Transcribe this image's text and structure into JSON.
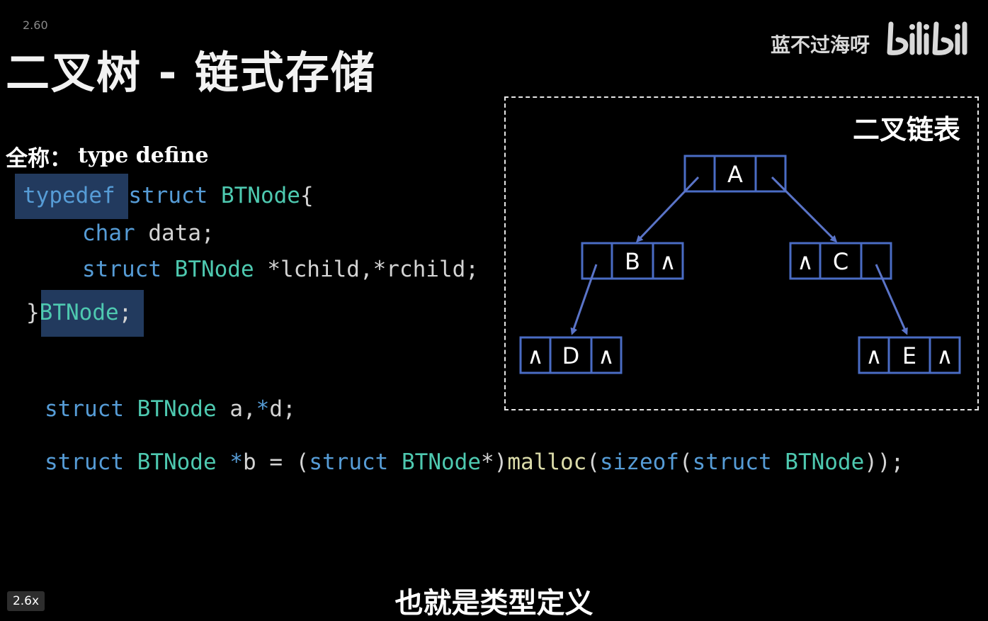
{
  "video": {
    "version_label": "2.60",
    "title": "二叉树 - 链式存储",
    "watermark": "蓝不过海呀",
    "brand": "bilibili",
    "speed_badge": "2.6x",
    "subtitle": "也就是类型定义"
  },
  "fullname": {
    "label": "全称：",
    "value": "type define"
  },
  "code_block": {
    "line1": {
      "typedef": "typedef",
      "struct": "struct",
      "name": "BTNode",
      "brace": "{"
    },
    "line2": {
      "type": "char",
      "rest": "data;"
    },
    "line3": {
      "struct": "struct",
      "type": "BTNode",
      "rest": "*lchild,*rchild;"
    },
    "line4": {
      "brace": "}",
      "name": "BTNode",
      "semi": ";"
    }
  },
  "code_decl": {
    "struct": "struct",
    "type": "BTNode",
    "a": "a,",
    "star": "*",
    "d": "d;"
  },
  "code_malloc": {
    "struct1": "struct",
    "type1": "BTNode",
    "star": "*",
    "b": "b",
    "eq": "=",
    "open": "(",
    "struct2": "struct",
    "type2": "BTNode",
    "cast_end": "*)",
    "malloc": "malloc",
    "paren": "(",
    "sizeof": "sizeof",
    "paren2": "(",
    "struct3": "struct",
    "type3": "BTNode",
    "end": "));"
  },
  "diagram": {
    "label": "二叉链表",
    "nodes": [
      {
        "id": "A",
        "left": "",
        "data": "A",
        "right": ""
      },
      {
        "id": "B",
        "left": "",
        "data": "B",
        "right": "∧"
      },
      {
        "id": "C",
        "left": "∧",
        "data": "C",
        "right": ""
      },
      {
        "id": "D",
        "left": "∧",
        "data": "D",
        "right": "∧"
      },
      {
        "id": "E",
        "left": "∧",
        "data": "E",
        "right": "∧"
      }
    ],
    "colors": {
      "node_border": "#4a6cc4",
      "arrow": "#5a74c8"
    }
  }
}
